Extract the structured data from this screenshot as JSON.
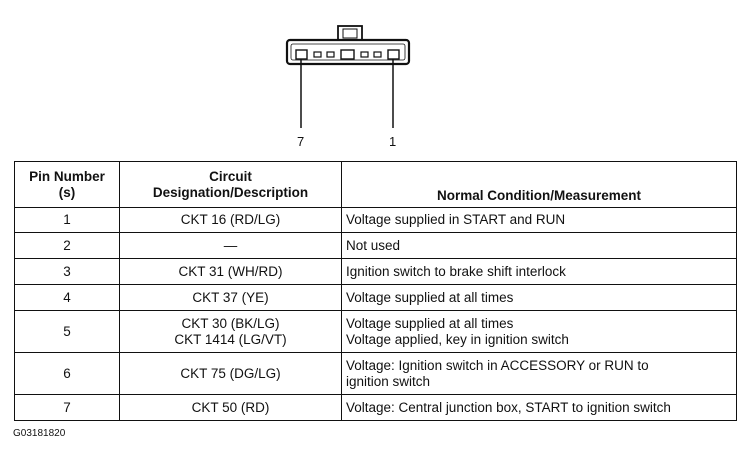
{
  "connector": {
    "pin_labels": [
      "7",
      "1"
    ]
  },
  "table": {
    "headers": {
      "pin": [
        "Pin Number",
        "(s)"
      ],
      "circuit": [
        "Circuit",
        "Designation/Description"
      ],
      "condition": [
        "Normal Condition/Measurement"
      ]
    },
    "rows": [
      {
        "pin": "1",
        "circuit": [
          "CKT 16 (RD/LG)"
        ],
        "condition": [
          "Voltage supplied in START and RUN"
        ]
      },
      {
        "pin": "2",
        "circuit": [
          "—"
        ],
        "condition": [
          "Not used"
        ]
      },
      {
        "pin": "3",
        "circuit": [
          "CKT 31 (WH/RD)"
        ],
        "condition": [
          "Ignition switch to brake shift interlock"
        ]
      },
      {
        "pin": "4",
        "circuit": [
          "CKT 37 (YE)"
        ],
        "condition": [
          "Voltage supplied at all times"
        ]
      },
      {
        "pin": "5",
        "circuit": [
          "CKT 30 (BK/LG)",
          "CKT 1414 (LG/VT)"
        ],
        "condition": [
          "Voltage supplied at all times",
          "Voltage applied, key in ignition switch"
        ]
      },
      {
        "pin": "6",
        "circuit": [
          "CKT 75 (DG/LG)"
        ],
        "condition": [
          "Voltage: Ignition switch in ACCESSORY or RUN to",
          "ignition switch"
        ]
      },
      {
        "pin": "7",
        "circuit": [
          "CKT 50 (RD)"
        ],
        "condition": [
          "Voltage: Central junction box, START to ignition switch"
        ]
      }
    ]
  },
  "figure_id": "G03181820"
}
